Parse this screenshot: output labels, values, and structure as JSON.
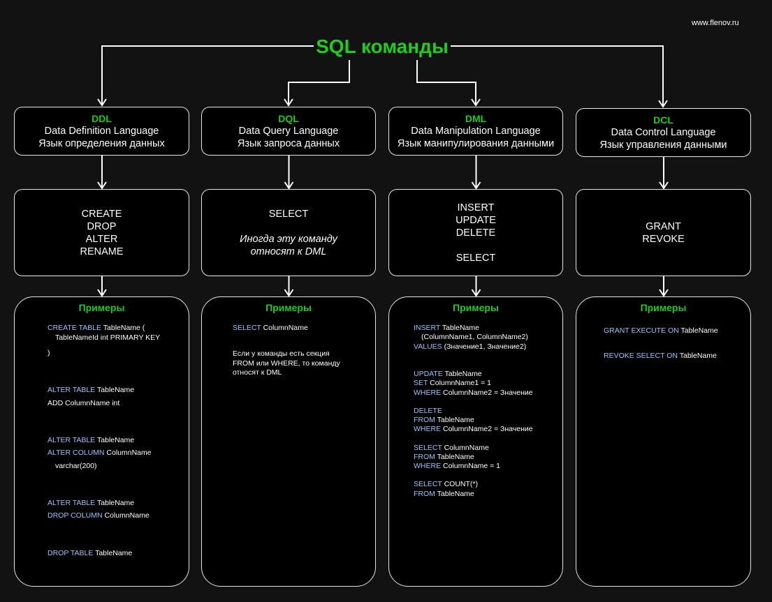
{
  "site": "www.flenov.ru",
  "title": "SQL команды",
  "colors": {
    "accent": "#1fcc1f",
    "keyword": "#9dc3ff",
    "background": "#121212",
    "border": "#e6e6e6"
  },
  "columns": [
    {
      "abbr": "DDL",
      "name": "Data Definition Language",
      "name_ru": "Язык определения данных",
      "commands": [
        "CREATE",
        "DROP",
        "ALTER",
        "RENAME"
      ],
      "examples_title": "Примеры",
      "examples": [
        {
          "parts": [
            {
              "kw": "CREATE TABLE"
            },
            {
              "t": "  TableName ("
            }
          ]
        },
        {
          "parts": [
            {
              "t": "TableNameId int PRIMARY KEY"
            }
          ],
          "indent": 1
        },
        {
          "parts": [
            {
              "t": ")"
            }
          ]
        },
        {
          "parts": [
            {
              "kw": "ALTER TABLE"
            },
            {
              "t": " TableName"
            }
          ]
        },
        {
          "parts": [
            {
              "t": "ADD ColumnName int"
            }
          ]
        },
        {
          "parts": [
            {
              "kw": "ALTER TABLE"
            },
            {
              "t": " TableName"
            }
          ]
        },
        {
          "parts": [
            {
              "kw": "ALTER COLUMN"
            },
            {
              "t": " ColumnName"
            }
          ]
        },
        {
          "parts": [
            {
              "t": "varchar(200)"
            }
          ],
          "indent": 1
        },
        {
          "parts": [
            {
              "kw": "ALTER TABLE"
            },
            {
              "t": " TableName"
            }
          ]
        },
        {
          "parts": [
            {
              "kw": "DROP COLUMN"
            },
            {
              "t": " ColumnName"
            }
          ]
        },
        {
          "parts": [
            {
              "kw": "DROP TABLE"
            },
            {
              "t": " TableName"
            }
          ]
        }
      ]
    },
    {
      "abbr": "DQL",
      "name": "Data Query Language",
      "name_ru": "Язык запроса данных",
      "commands": [
        "SELECT",
        "",
        "Иногда эту команду",
        "относят к DML"
      ],
      "examples_title": "Примеры",
      "examples": [
        {
          "parts": [
            {
              "kw": "SELECT"
            },
            {
              "t": " ColumnName"
            }
          ]
        }
      ],
      "note_lines": [
        "Если у команды есть секция",
        "FROM или WHERE, то команду",
        "относят к DML"
      ]
    },
    {
      "abbr": "DML",
      "name": "Data Manipulation Language",
      "name_ru": "Язык манипулирования данными",
      "commands": [
        "INSERT",
        "UPDATE",
        "DELETE",
        "",
        "SELECT"
      ],
      "examples_title": "Примеры",
      "examples": [
        {
          "parts": [
            {
              "kw": "INSERT"
            },
            {
              "t": " TableName"
            }
          ]
        },
        {
          "parts": [
            {
              "t": "(ColumnName1, ColumnName2)"
            }
          ],
          "indent": 1
        },
        {
          "parts": [
            {
              "kw": "VALUES"
            },
            {
              "t": " (Значение1, Значение2)"
            }
          ]
        },
        {
          "parts": [
            {
              "kw": "UPDATE"
            },
            {
              "t": " TableName"
            }
          ]
        },
        {
          "parts": [
            {
              "kw": "SET"
            },
            {
              "t": " ColumnName1 = 1"
            }
          ]
        },
        {
          "parts": [
            {
              "kw": "WHERE"
            },
            {
              "t": " ColumnName2 = Значение"
            }
          ]
        },
        {
          "parts": [
            {
              "kw": "DELETE"
            }
          ]
        },
        {
          "parts": [
            {
              "kw": "FROM"
            },
            {
              "t": " TableName"
            }
          ]
        },
        {
          "parts": [
            {
              "kw": "WHERE"
            },
            {
              "t": " ColumnName2 = Значение"
            }
          ]
        },
        {
          "parts": [
            {
              "kw": "SELECT"
            },
            {
              "t": " ColumnName"
            }
          ]
        },
        {
          "parts": [
            {
              "kw": "FROM"
            },
            {
              "t": " TableName"
            }
          ]
        },
        {
          "parts": [
            {
              "kw": "WHERE"
            },
            {
              "t": " ColumnName = 1"
            }
          ]
        },
        {
          "parts": [
            {
              "kw": "SELECT"
            },
            {
              "t": " COUNT(*)"
            }
          ]
        },
        {
          "parts": [
            {
              "kw": "FROM"
            },
            {
              "t": " TableName"
            }
          ]
        }
      ]
    },
    {
      "abbr": "DCL",
      "name": "Data Control Language",
      "name_ru": "Язык управления данными",
      "commands": [
        "GRANT",
        "REVOKE"
      ],
      "examples_title": "Примеры",
      "examples": [
        {
          "parts": [
            {
              "kw": "GRANT EXECUTE ON"
            },
            {
              "t": " TableName"
            }
          ]
        },
        {
          "parts": [
            {
              "kw": "REVOKE SELECT ON"
            },
            {
              "t": " TableName"
            }
          ]
        }
      ]
    }
  ]
}
